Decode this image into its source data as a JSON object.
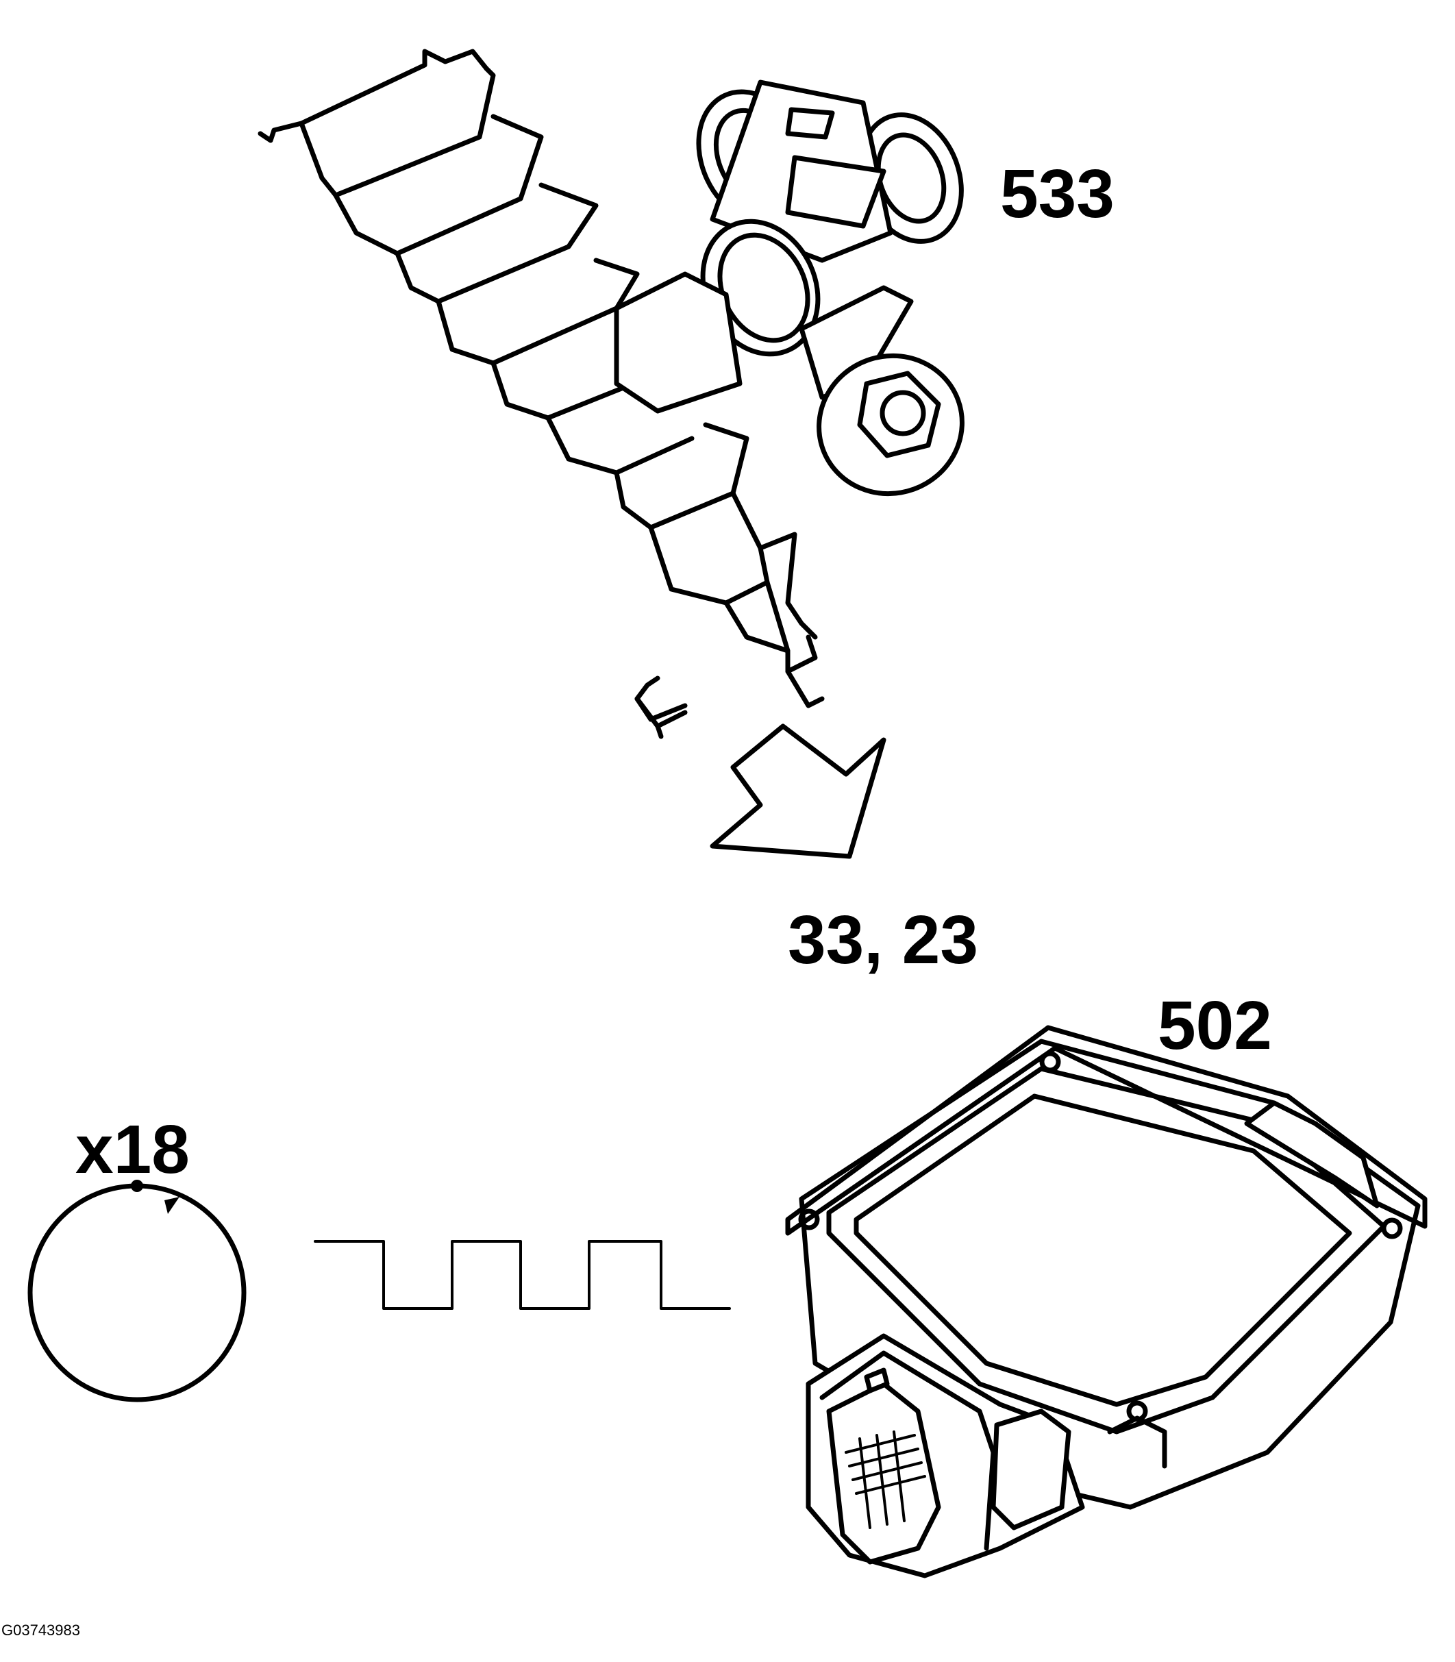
{
  "labels": {
    "sensor": "533",
    "pins": "33, 23",
    "module": "502",
    "teeth": "x18",
    "figure_id": "G03743983"
  }
}
